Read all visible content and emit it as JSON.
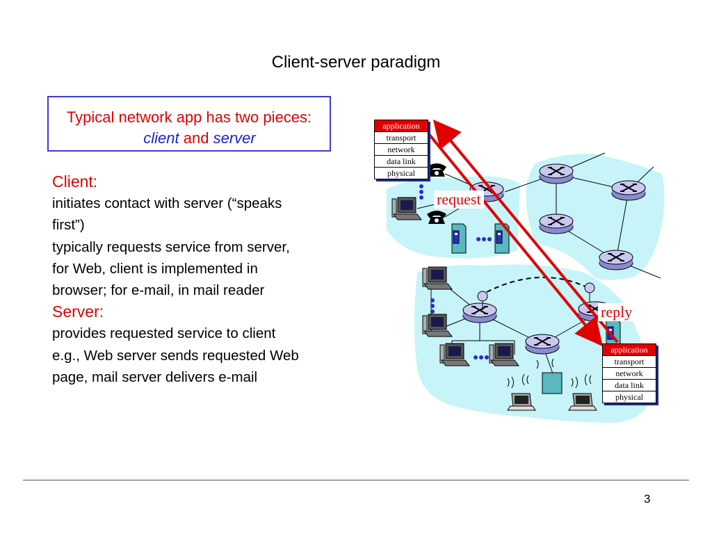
{
  "slide": {
    "title": "Client-server paradigm",
    "page_number": "3"
  },
  "callout": {
    "line1": "Typical network app has two pieces:",
    "client_word": "client",
    "and_word": " and ",
    "server_word": "server"
  },
  "content": {
    "client_heading": "Client:",
    "client_lines": [
      "initiates contact with server (“speaks",
      "first”)",
      "typically requests service from server,",
      "for Web, client is implemented in",
      "browser; for e-mail, in mail reader"
    ],
    "server_heading": "Server:",
    "server_lines": [
      "provides requested service to client",
      "e.g., Web server sends requested Web",
      "page, mail server delivers e-mail"
    ]
  },
  "diagram": {
    "client_stack": [
      "application",
      "transport",
      "network",
      "data link",
      "physical"
    ],
    "server_stack": [
      "application",
      "transport",
      "network",
      "data link",
      "physical"
    ],
    "request_label": "request",
    "reply_label": "reply",
    "colors": {
      "arrow": "#e00000",
      "network_cloud": "#c6f4f8",
      "router": "#b8b8e8",
      "layer_highlight": "#e00000"
    }
  }
}
